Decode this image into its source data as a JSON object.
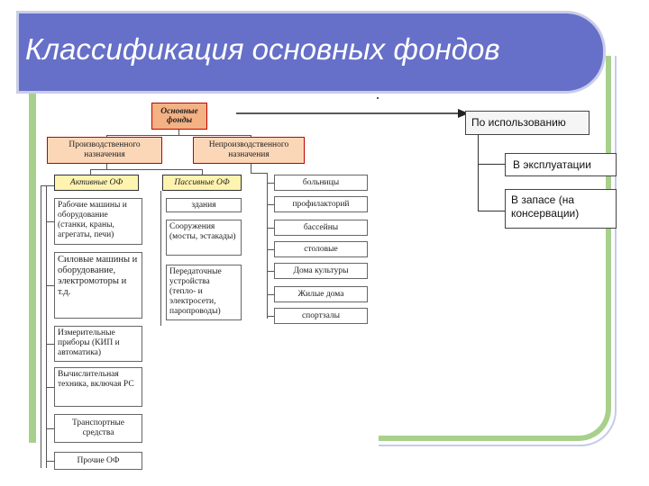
{
  "slide": {
    "title": "Классификация основных фондов"
  },
  "diagram": {
    "root": "Основные фонды",
    "production": "Производственного назначения",
    "nonproduction": "Непроизводственного назначения",
    "active_of": "Активные ОФ",
    "passive_of": "Пассивные ОФ",
    "active_items": [
      "Рабочие машины и оборудование (станки, краны, агрегаты, печи)",
      "Силовые машины и оборудование, электромоторы и т.д.",
      "Измерительные приборы (КИП и автоматика)",
      "Вычислительная техника, включая РС",
      "Транспортные средства",
      "Прочие ОФ"
    ],
    "passive_items": [
      "здания",
      "Сооружения (мосты, эстакады)",
      "Передаточные устройства (тепло- и электросети, паропроводы)"
    ],
    "nonprod_items": [
      "больницы",
      "профилакторий",
      "бассейны",
      "столовые",
      "Дома культуры",
      "Жилые дома",
      "спортзалы"
    ]
  },
  "usage": {
    "root": "По использованию",
    "items": [
      "В эксплуатации",
      "В запасе (на консервации)"
    ]
  }
}
